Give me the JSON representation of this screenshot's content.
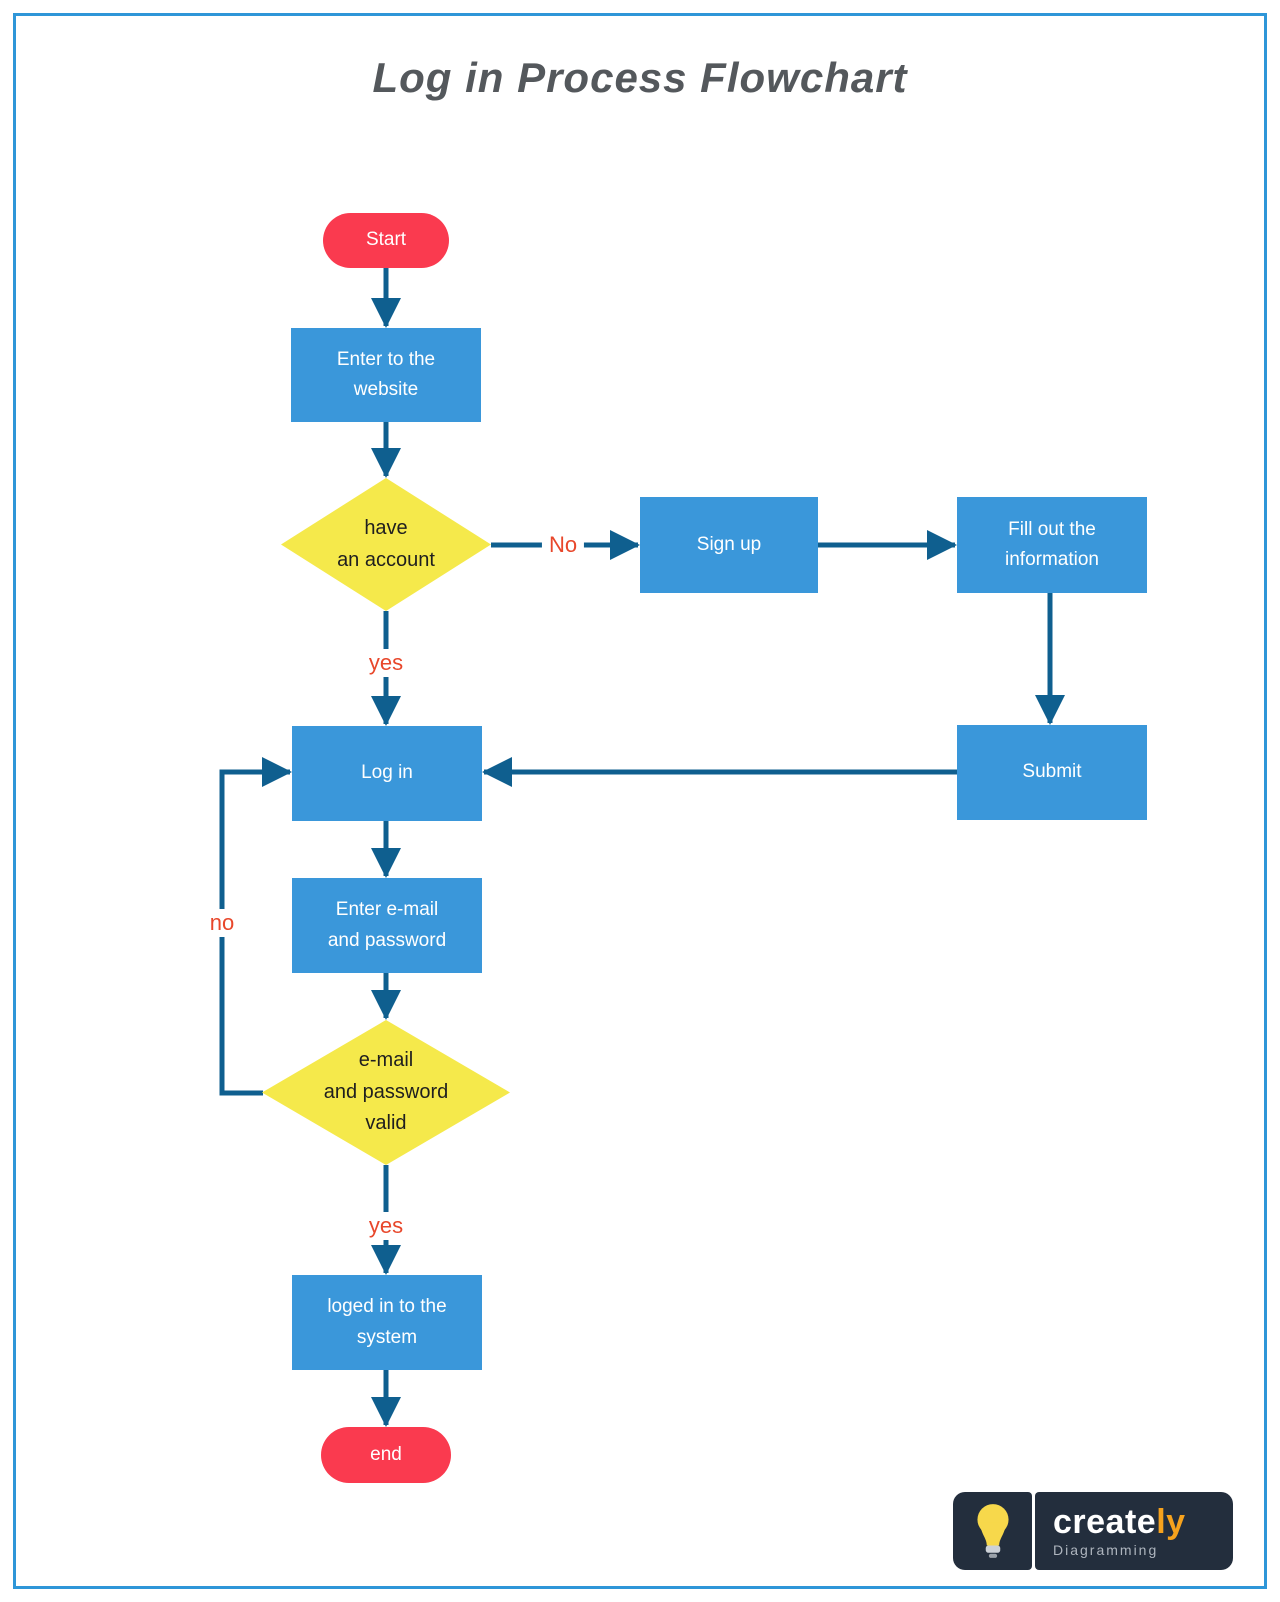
{
  "title": "Log in Process Flowchart",
  "nodes": {
    "start": {
      "type": "terminator",
      "lines": [
        "Start"
      ]
    },
    "enter_website": {
      "type": "process",
      "lines": [
        "Enter to the",
        "website"
      ]
    },
    "have_account": {
      "type": "decision",
      "lines": [
        "have",
        "an account"
      ]
    },
    "sign_up": {
      "type": "process",
      "lines": [
        "Sign up"
      ]
    },
    "fill_information": {
      "type": "process",
      "lines": [
        "Fill out the",
        "information"
      ]
    },
    "submit": {
      "type": "process",
      "lines": [
        "Submit"
      ]
    },
    "log_in": {
      "type": "process",
      "lines": [
        "Log in"
      ]
    },
    "enter_credentials": {
      "type": "process",
      "lines": [
        "Enter e-mail",
        "and password"
      ]
    },
    "credentials_valid": {
      "type": "decision",
      "lines": [
        "e-mail",
        "and password",
        "valid"
      ]
    },
    "logged_in": {
      "type": "process",
      "lines": [
        "loged in to the",
        "system"
      ]
    },
    "end": {
      "type": "terminator",
      "lines": [
        "end"
      ]
    }
  },
  "edge_labels": {
    "no_account": "No",
    "yes_account": "yes",
    "no_invalid": "no",
    "yes_valid": "yes"
  },
  "logo": {
    "brand_main": "create",
    "brand_accent": "ly",
    "subtitle": "Diagramming"
  },
  "colors": {
    "process_fill": "#3a97da",
    "terminator_fill": "#fa3a4f",
    "decision_fill": "#f5e94b",
    "connector": "#0f5f8f",
    "edge_label": "#e8472b",
    "frame_border": "#2e96d8",
    "title_color": "#54585c",
    "logo_bg": "#232e3d",
    "logo_accent": "#f6a21d"
  }
}
